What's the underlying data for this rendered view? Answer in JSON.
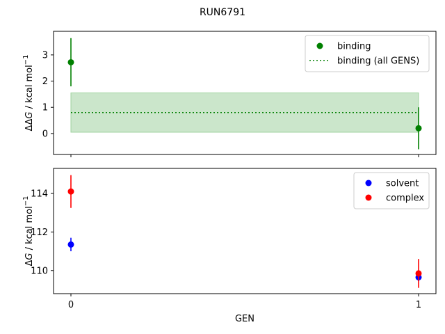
{
  "title": "RUN6791",
  "colors": {
    "binding": "#008000",
    "solvent": "#0000ff",
    "complex": "#ff0000",
    "band_fill": "#cbe6cb",
    "band_edge": "#9fd39f"
  },
  "chart_data": [
    {
      "type": "scatter",
      "ylabel": "ΔΔG / kcal mol⁻¹",
      "ylabel_parts": {
        "prefix": "ΔΔ",
        "var": "G",
        "suffix": " / kcal mol",
        "sup": "−1"
      },
      "xlim": [
        -0.05,
        1.05
      ],
      "ylim": [
        -0.8,
        3.9
      ],
      "yticks": [
        0,
        1,
        2,
        3
      ],
      "series": [
        {
          "name": "binding",
          "color": "#008000",
          "x": [
            0,
            1
          ],
          "y": [
            2.72,
            0.2
          ],
          "yerr": [
            0.92,
            0.8
          ]
        },
        {
          "name": "binding (all GENS)",
          "style": "dotted-line",
          "color": "#008000",
          "x": [
            0,
            1
          ],
          "y": [
            0.8,
            0.8
          ],
          "band": [
            0.05,
            1.55
          ]
        }
      ],
      "legend": {
        "position": "top-right",
        "entries": [
          "binding",
          "binding (all GENS)"
        ]
      }
    },
    {
      "type": "scatter",
      "xlabel": "GEN",
      "ylabel": "ΔG / kcal mol⁻¹",
      "ylabel_parts": {
        "prefix": "Δ",
        "var": "G",
        "suffix": " / kcal mol",
        "sup": "−1"
      },
      "xlim": [
        -0.05,
        1.05
      ],
      "ylim": [
        108.8,
        115.3
      ],
      "xticks": [
        0,
        1
      ],
      "yticks": [
        110,
        112,
        114
      ],
      "series": [
        {
          "name": "solvent",
          "color": "#0000ff",
          "x": [
            0,
            1
          ],
          "y": [
            111.35,
            109.65
          ],
          "yerr": [
            0.35,
            0.2
          ]
        },
        {
          "name": "complex",
          "color": "#ff0000",
          "x": [
            0,
            1
          ],
          "y": [
            114.1,
            109.85
          ],
          "yerr": [
            0.85,
            0.75
          ]
        }
      ],
      "legend": {
        "position": "top-right",
        "entries": [
          "solvent",
          "complex"
        ]
      }
    }
  ]
}
